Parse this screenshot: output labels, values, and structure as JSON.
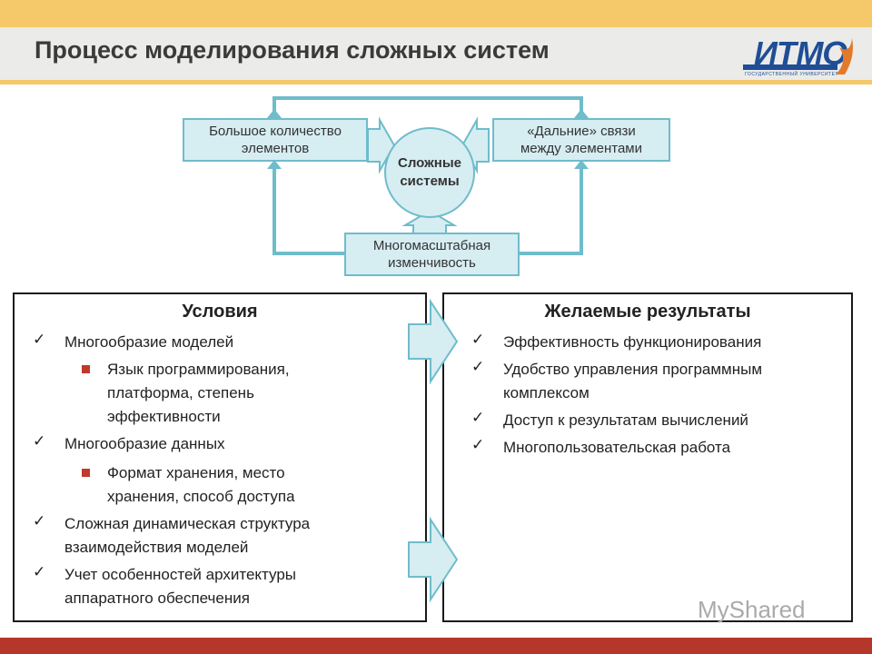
{
  "slide": {
    "title": "Процесс моделирования сложных систем",
    "logo_text": "ИТМО",
    "logo_subtitle": "ГОСУДАРСТВЕННЫЙ УНИВЕРСИТЕТ",
    "colors": {
      "accent_bar": "#f5c869",
      "bottom_bar": "#b5372b",
      "diagram_fill": "#d6edf2",
      "diagram_stroke": "#6fbccb"
    }
  },
  "diagram": {
    "center": [
      "Сложные",
      "системы"
    ],
    "left_box": [
      "Большое количество",
      "элементов"
    ],
    "right_box": [
      "«Дальние» связи",
      "между элементами"
    ],
    "bottom_box": [
      "Многомасштабная",
      "изменчивость"
    ]
  },
  "conditions": {
    "heading": "Условия",
    "items": [
      "Многообразие моделей",
      "Язык программирования, платформа, степень эффективности",
      "Многообразие данных",
      "Формат хранения, место хранения, способ доступа",
      "Сложная динамическая структура взаимодействия моделей",
      "Учет особенностей архитектуры аппаратного обеспечения"
    ]
  },
  "results": {
    "heading": "Желаемые результаты",
    "items": [
      "Эффективность функционирования",
      "Удобство управления программным комплексом",
      "Доступ к результатам вычислений",
      "Многопользовательская работа"
    ]
  },
  "watermark": "MyShared"
}
